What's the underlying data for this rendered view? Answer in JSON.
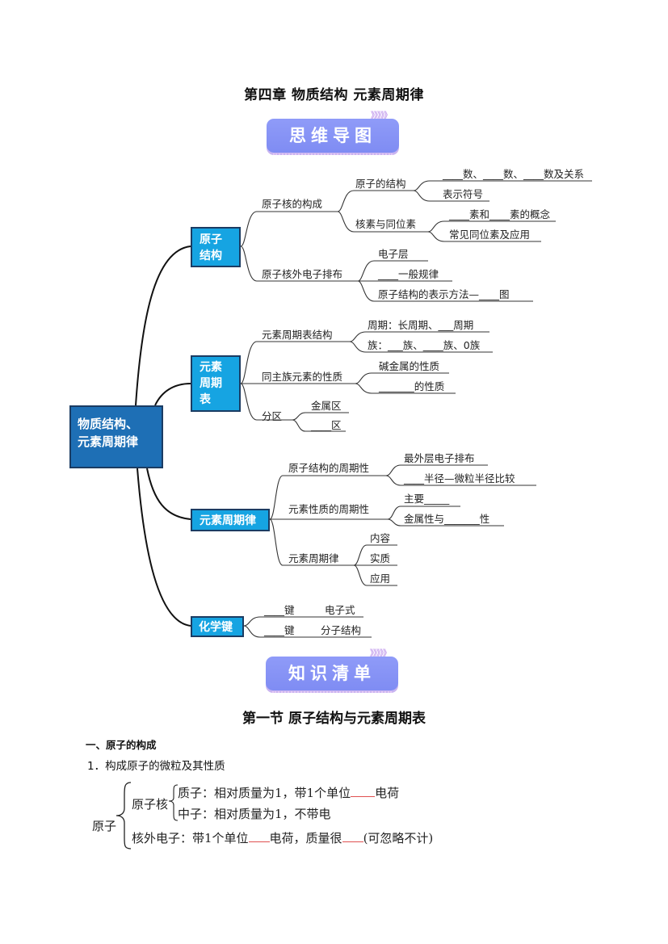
{
  "chapter_title": "第四章  物质结构  元素周期律",
  "banners": {
    "mindmap": "思维导图",
    "knowledge": "知识清单",
    "chevrons": "》》》》》"
  },
  "mindmap": {
    "root": {
      "line1": "物质结构、",
      "line2": "元素周期律"
    },
    "branches": {
      "atom_structure": {
        "label_line1": "原子",
        "label_line2": "结构",
        "nucleus_composition": "原子核的构成",
        "atom_structure_sub": "原子的结构",
        "numbers_relation": "____数、____数、____数及关系",
        "symbol": "表示符号",
        "nuclide_isotope": "核素与同位素",
        "concept": "____素和____素的概念",
        "common_isotopes": "常见同位素及应用",
        "electron_arrangement": "原子核外电子排布",
        "electron_shell": "电子层",
        "general_rule": "____一般规律",
        "representation": "原子结构的表示方法—____图"
      },
      "periodic_table": {
        "label_line1": "元素",
        "label_line2": "周期",
        "label_line3": "表",
        "table_structure": "元素周期表结构",
        "periods": "周期：长周期、___周期",
        "groups": "族：___族、____族、0族",
        "same_group": "同主族元素的性质",
        "alkali": "碱金属的性质",
        "halogen": "_______的性质",
        "zones": "分区",
        "metal_zone": "金属区",
        "other_zone": "____区"
      },
      "periodic_law": {
        "label": "元素周期律",
        "structure_periodicity": "原子结构的周期性",
        "outer_electron": "最外层电子排布",
        "radius": "____半径—微粒半径比较",
        "property_periodicity": "元素性质的周期性",
        "main": "主要_____",
        "metallic": "金属性与_______性",
        "law": "元素周期律",
        "content": "内容",
        "essence": "实质",
        "application": "应用"
      },
      "chemical_bond": {
        "label": "化学键",
        "bond1": "____键",
        "electron_formula": "电子式",
        "bond2": "____键",
        "molecular_structure": "分子结构"
      }
    }
  },
  "section": {
    "title": "第一节  原子结构与元素周期表",
    "subhead": "一、原子的构成",
    "item1": "1．构成原子的微粒及其性质",
    "atom_diagram": {
      "atom": "原子",
      "nucleus": "原子核",
      "proton_a": "质子：相对质量为1，带1个单位",
      "proton_b": "电荷",
      "neutron": "中子：相对质量为1，不带电",
      "electron_a": "核外电子：带1个单位",
      "electron_b": "电荷，质量很",
      "electron_c": "(可忽略不计)"
    }
  },
  "colors": {
    "root_fill": "#1e6fb5",
    "branch_fill": "#16a4e2",
    "banner_fill": "#8592f5",
    "blank_underline": "#e05050"
  }
}
